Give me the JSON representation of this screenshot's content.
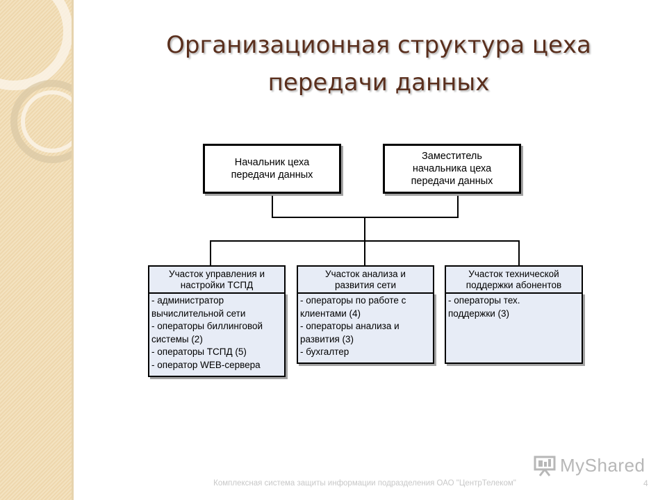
{
  "slide": {
    "title_lines": [
      "Организационная структура цеха",
      "передачи данных"
    ],
    "footer": "Комплексная система защиты информации подразделения ОАО \"ЦентрТелеком\"",
    "page_number": "4",
    "watermark": "MyShared"
  },
  "diagram": {
    "top_boxes": [
      {
        "lines": [
          "Начальник цеха",
          "передачи данных"
        ]
      },
      {
        "lines": [
          "Заместитель",
          "начальника цеха",
          "передачи данных"
        ]
      }
    ],
    "units": [
      {
        "header": [
          "Участок управления и",
          "настройки ТСПД"
        ],
        "items": [
          "- администратор",
          "вычислительной сети",
          "- операторы биллинговой",
          "системы (2)",
          "- операторы ТСПД (5)",
          "- оператор WEB-сервера"
        ]
      },
      {
        "header": [
          "Участок анализа и",
          "развития сети"
        ],
        "items": [
          "- операторы по работе с",
          "клиентами (4)",
          "- операторы анализа и",
          "развития (3)",
          "- бухгалтер"
        ]
      },
      {
        "header": [
          "Участок технической",
          "поддержки абонентов"
        ],
        "items": [
          "- операторы тех.",
          "поддержки (3)"
        ]
      }
    ]
  },
  "colors": {
    "title": "#5a2f1d",
    "unit_fill": "#e7ecf6",
    "sidebar": "#f3e2c0"
  }
}
